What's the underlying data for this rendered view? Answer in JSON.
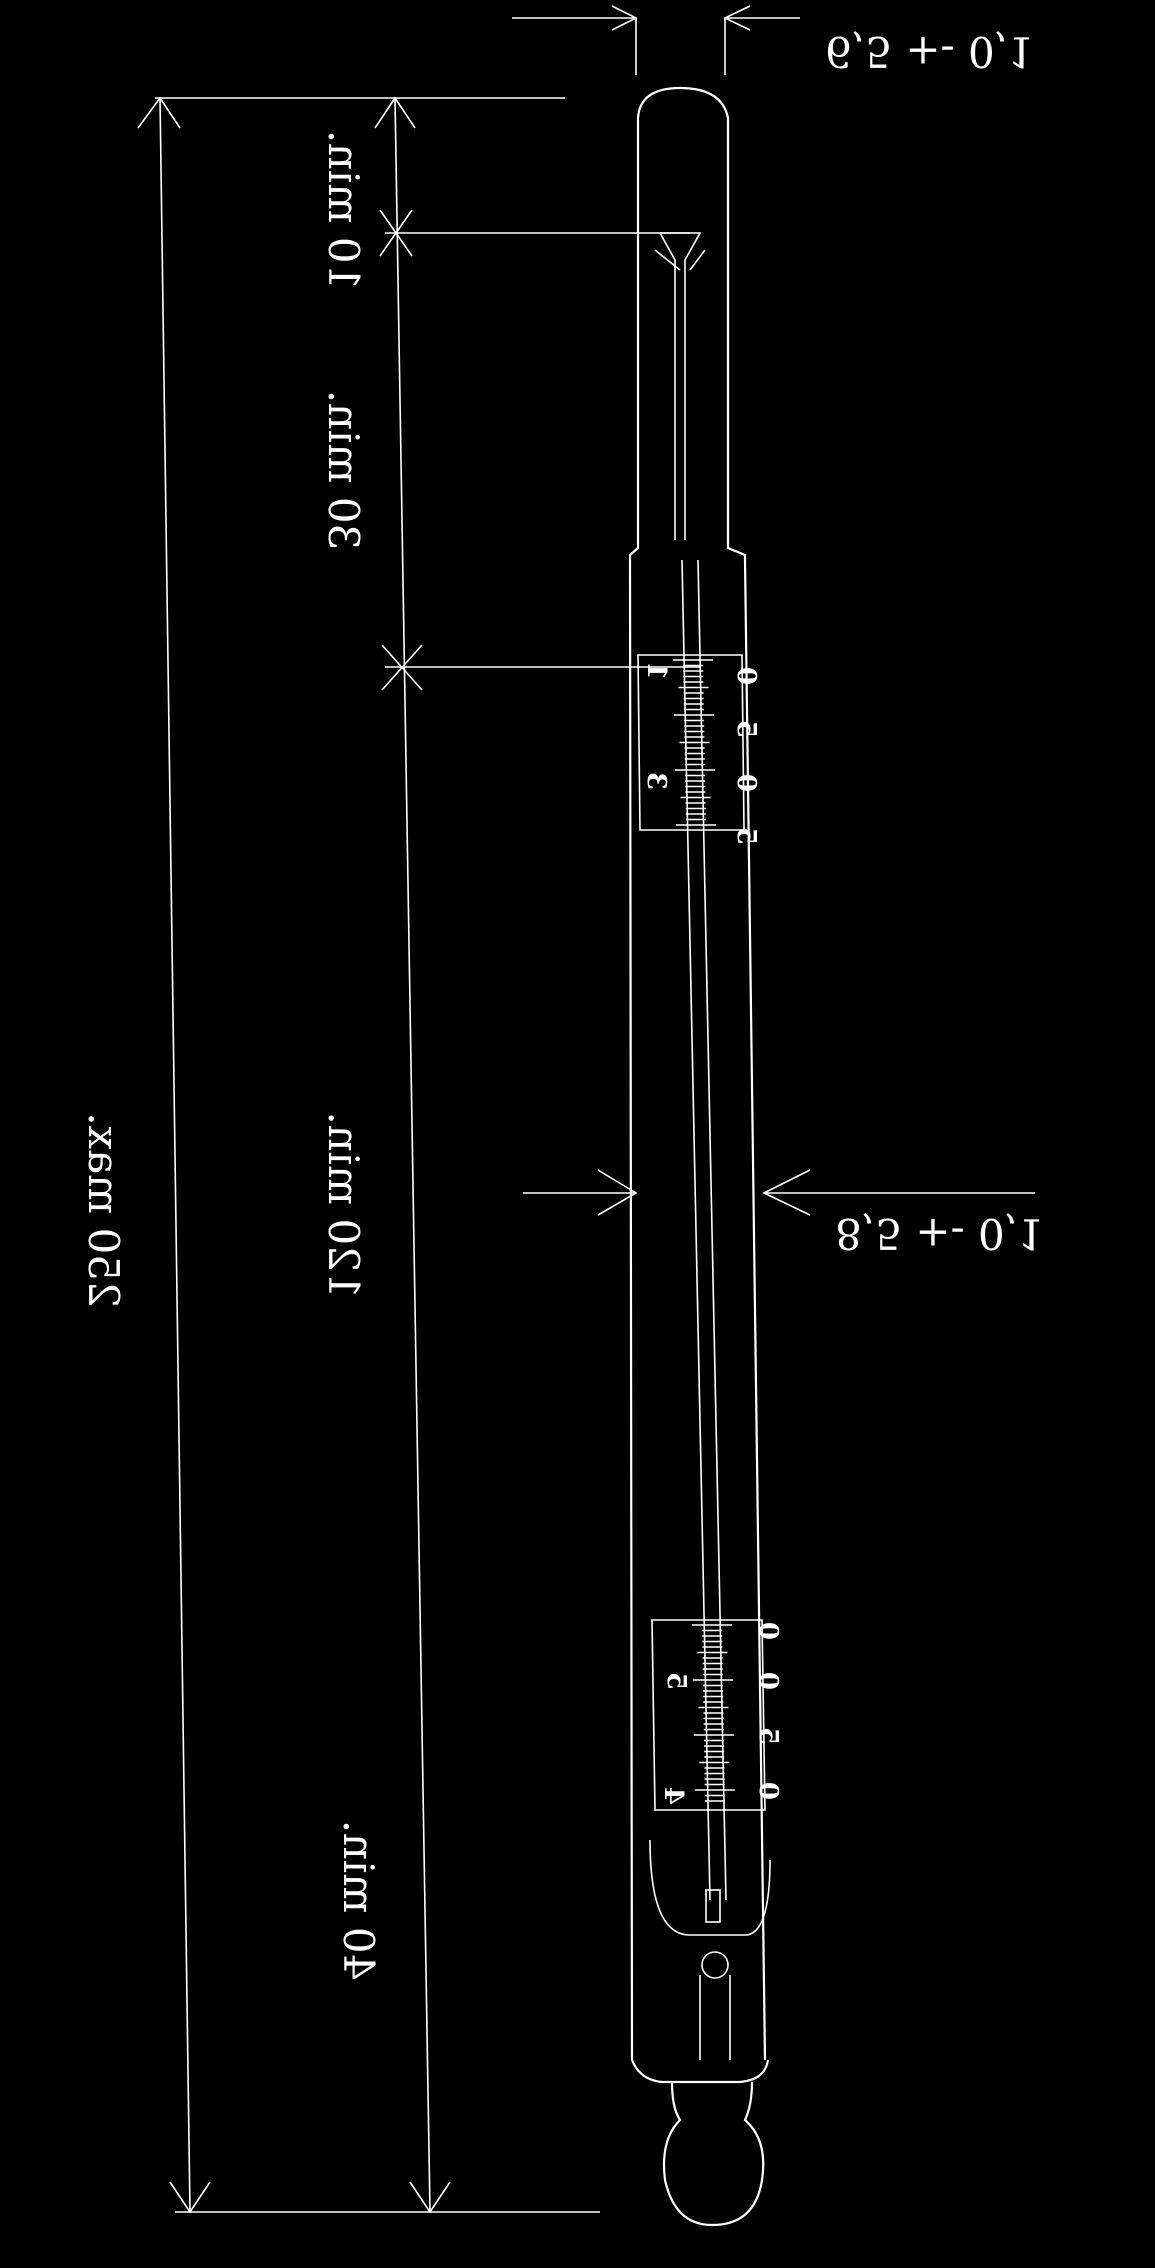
{
  "dimensions": {
    "total_length": "250 max.",
    "top_length": "10 min.",
    "upper_section": "30 min.",
    "middle_section": "120 min.",
    "lower_section": "40 min.",
    "head_diameter": "6,5 +- 0,1",
    "body_diameter": "8,5 +- 0,1"
  },
  "scale_marks": {
    "upper": [
      "0",
      "5",
      "0",
      "5",
      "1",
      "3"
    ],
    "lower": [
      "0",
      "0",
      "5",
      "0",
      "5",
      "4"
    ]
  },
  "colors": {
    "background": "#000000",
    "lines": "#ffffff"
  }
}
